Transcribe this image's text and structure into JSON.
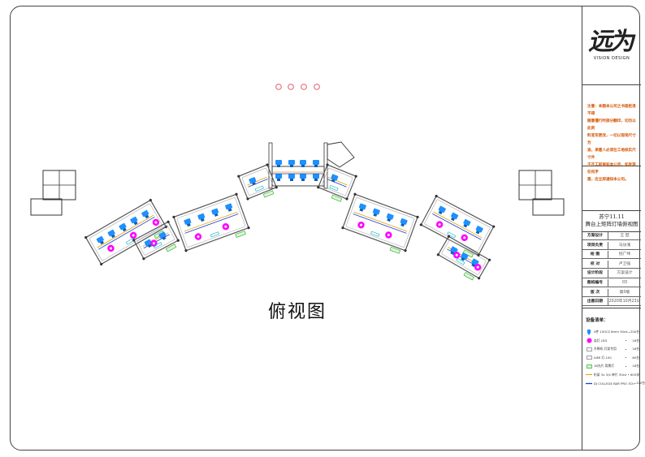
{
  "drawing_title": "俯视图",
  "brand": {
    "mark": "远为",
    "sub": "VISION DESIGN"
  },
  "notice": [
    "注意：本图本公司之书面拒退不得",
    "随意擅行时部分翻印，切勿以此资",
    "料变形更改，一切以现场尺寸为",
    "准，承建人必须在工地核实尺寸并",
    "于开工前报知本公司，如发现任何矛",
    "盾，应立即通知本公司。"
  ],
  "project": {
    "line1": "苏宁11.11",
    "line2": "舞台上矩阵灯墙俯视图"
  },
  "info_rows": [
    {
      "label": "方案设计",
      "value": "王 喆"
    },
    {
      "label": "项目负责",
      "value": "马访涌"
    },
    {
      "label": "绘 图",
      "value": "倪广纬"
    },
    {
      "label": "校 对",
      "value": "卢卫强"
    },
    {
      "label": "设计阶段",
      "value": "方案设计"
    },
    {
      "label": "图纸编号",
      "value": "03"
    },
    {
      "label": "版 次",
      "value": "第0版"
    },
    {
      "label": "出图日期",
      "value": "2020年10月23日"
    }
  ],
  "legend": {
    "title": "设备清单：",
    "items": [
      {
        "icon": "blue-fixture",
        "name": "4件 100CZ 6mm 30x4",
        "qty": "200台"
      },
      {
        "icon": "magenta-fixture",
        "name": "染灯 LED",
        "qty": "16台"
      },
      {
        "icon": "small-box",
        "name": "升降机 灯架专用",
        "qty": "16台"
      },
      {
        "icon": "small-box",
        "name": "AIMI 灯-100",
        "qty": "80台"
      },
      {
        "icon": "green-box",
        "name": "18光片 背景灯",
        "qty": "18台"
      },
      {
        "icon": "orange-line",
        "name": "桁架 3x 3/4 单片 30x4",
        "qty": "603米"
      },
      {
        "icon": "blue-line",
        "name": "DJ COLLEGE BAR PRO 3Ch",
        "qty": "120台"
      }
    ]
  },
  "colors": {
    "fixture": "#1e90ff",
    "wash": "#ff00ff",
    "truss": "#555555",
    "accent": "#d35400",
    "green": "#22aa22",
    "cyan": "#00b0c0",
    "dots": "#e05a6a"
  }
}
